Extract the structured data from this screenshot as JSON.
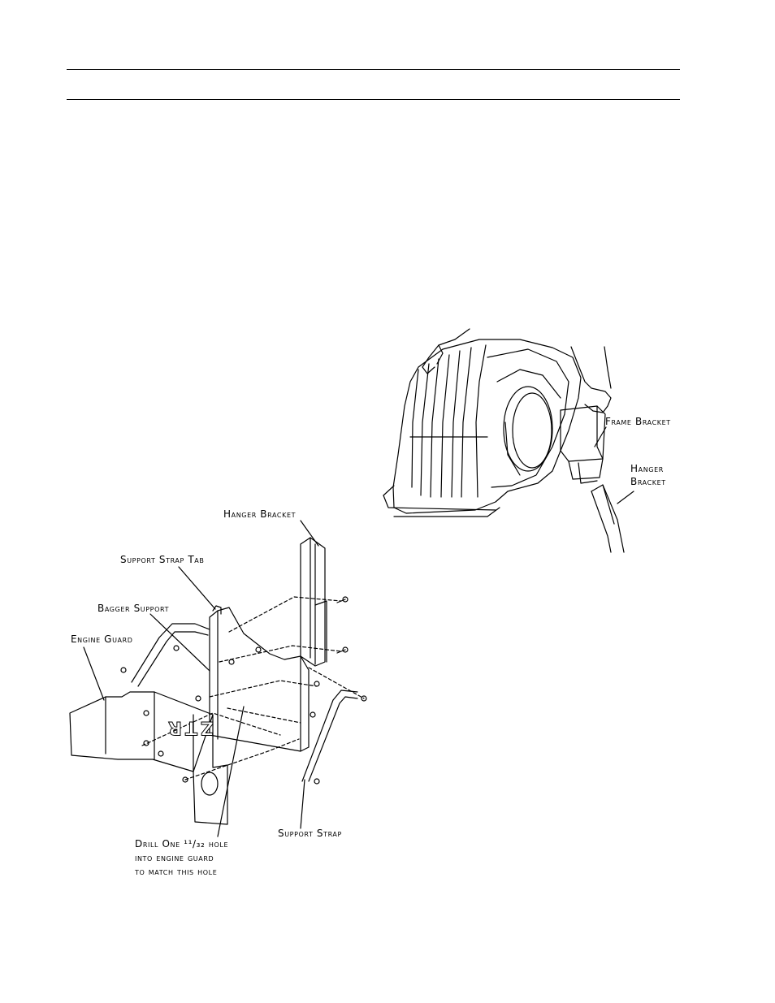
{
  "header": {
    "rules": 2
  },
  "figure_left": {
    "labels": {
      "hanger_bracket": "Hanger Bracket",
      "support_strap_tab": "Support Strap Tab",
      "bagger_support": "Bagger Support",
      "engine_guard": "Engine Guard",
      "support_strap": "Support Strap",
      "drill_line1": "Drill One ¹¹/₃₂ hole",
      "drill_line2": "into engine guard",
      "drill_line3": "to match this hole"
    },
    "guard_logo_text": "ZTR"
  },
  "figure_right": {
    "labels": {
      "frame_bracket": "Frame Bracket",
      "hanger_bracket_line1": "Hanger",
      "hanger_bracket_line2": "Bracket"
    }
  }
}
